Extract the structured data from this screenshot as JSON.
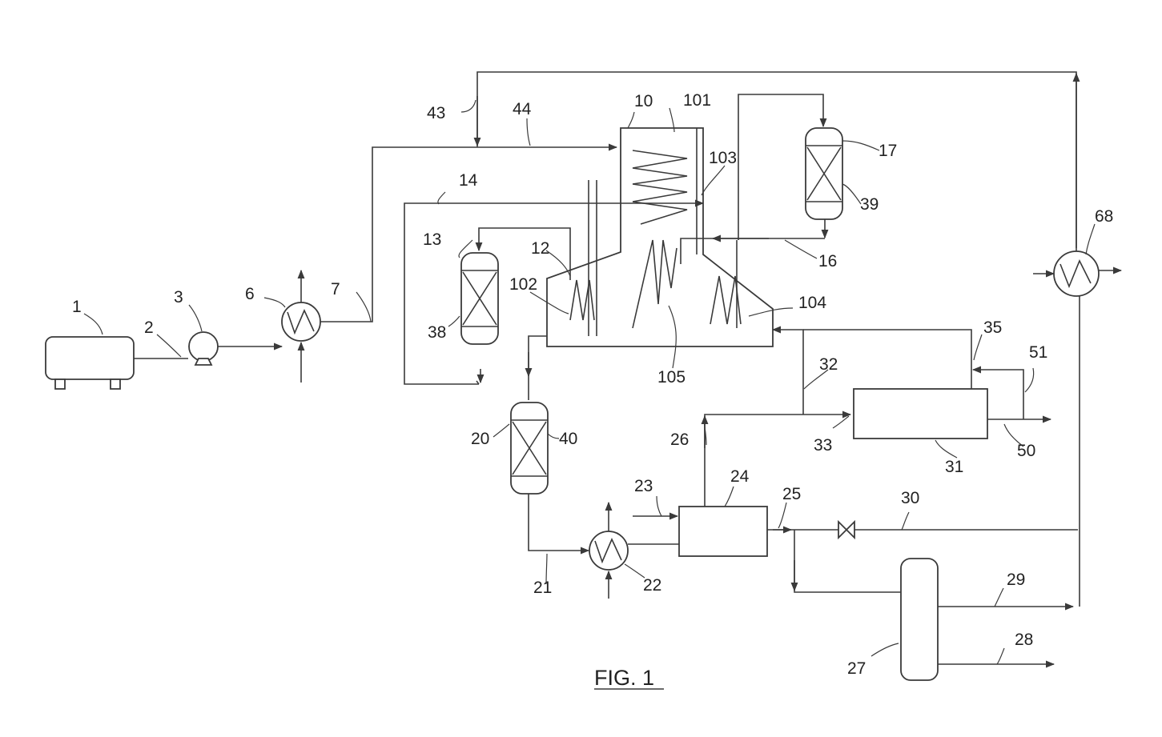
{
  "figure": {
    "caption": "FIG. 1",
    "colors": {
      "line": "#3a3a3a",
      "background": "#ffffff"
    },
    "labels": {
      "l1": "1",
      "l2": "2",
      "l3": "3",
      "l6": "6",
      "l7": "7",
      "l10": "10",
      "l12": "12",
      "l13": "13",
      "l14": "14",
      "l16": "16",
      "l17": "17",
      "l20": "20",
      "l21": "21",
      "l22": "22",
      "l23": "23",
      "l24": "24",
      "l25": "25",
      "l26": "26",
      "l27": "27",
      "l28": "28",
      "l29": "29",
      "l30": "30",
      "l31": "31",
      "l32": "32",
      "l33": "33",
      "l35": "35",
      "l38": "38",
      "l39": "39",
      "l40": "40",
      "l43": "43",
      "l44": "44",
      "l50": "50",
      "l51": "51",
      "l68": "68",
      "l101": "101",
      "l102": "102",
      "l103": "103",
      "l104": "104",
      "l105": "105"
    }
  }
}
